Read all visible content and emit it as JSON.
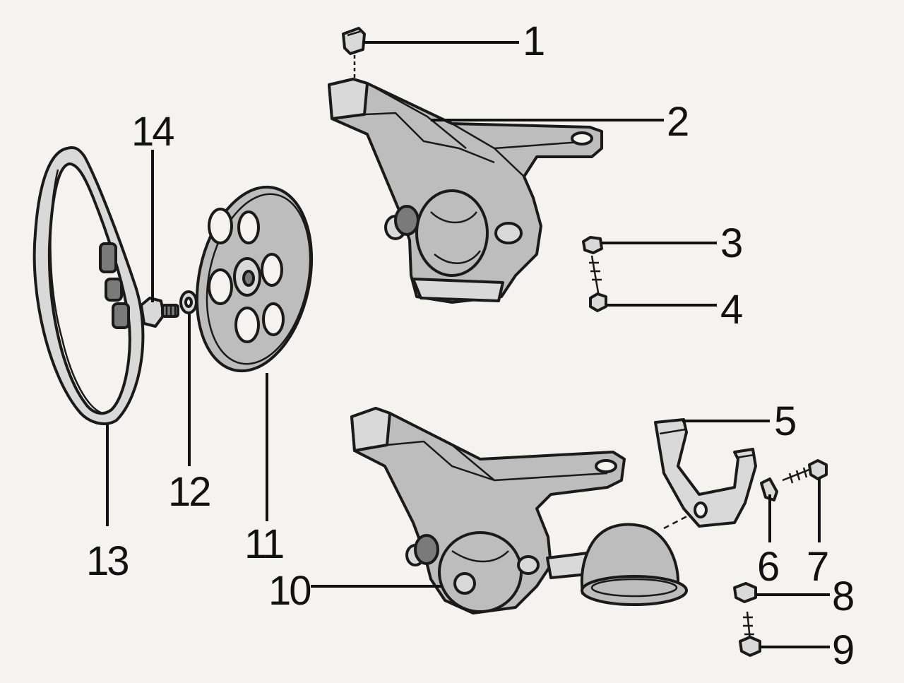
{
  "callouts": {
    "c1": "1",
    "c2": "2",
    "c3": "3",
    "c4": "4",
    "c5": "5",
    "c6": "6",
    "c7": "7",
    "c8": "8",
    "c9": "9",
    "c10": "10",
    "c11": "11",
    "c12": "12",
    "c13": "13",
    "c14": "14"
  },
  "colors": {
    "ink": "#111111",
    "part_fill": "#bdbdbd",
    "background": "#f4f3f0"
  }
}
